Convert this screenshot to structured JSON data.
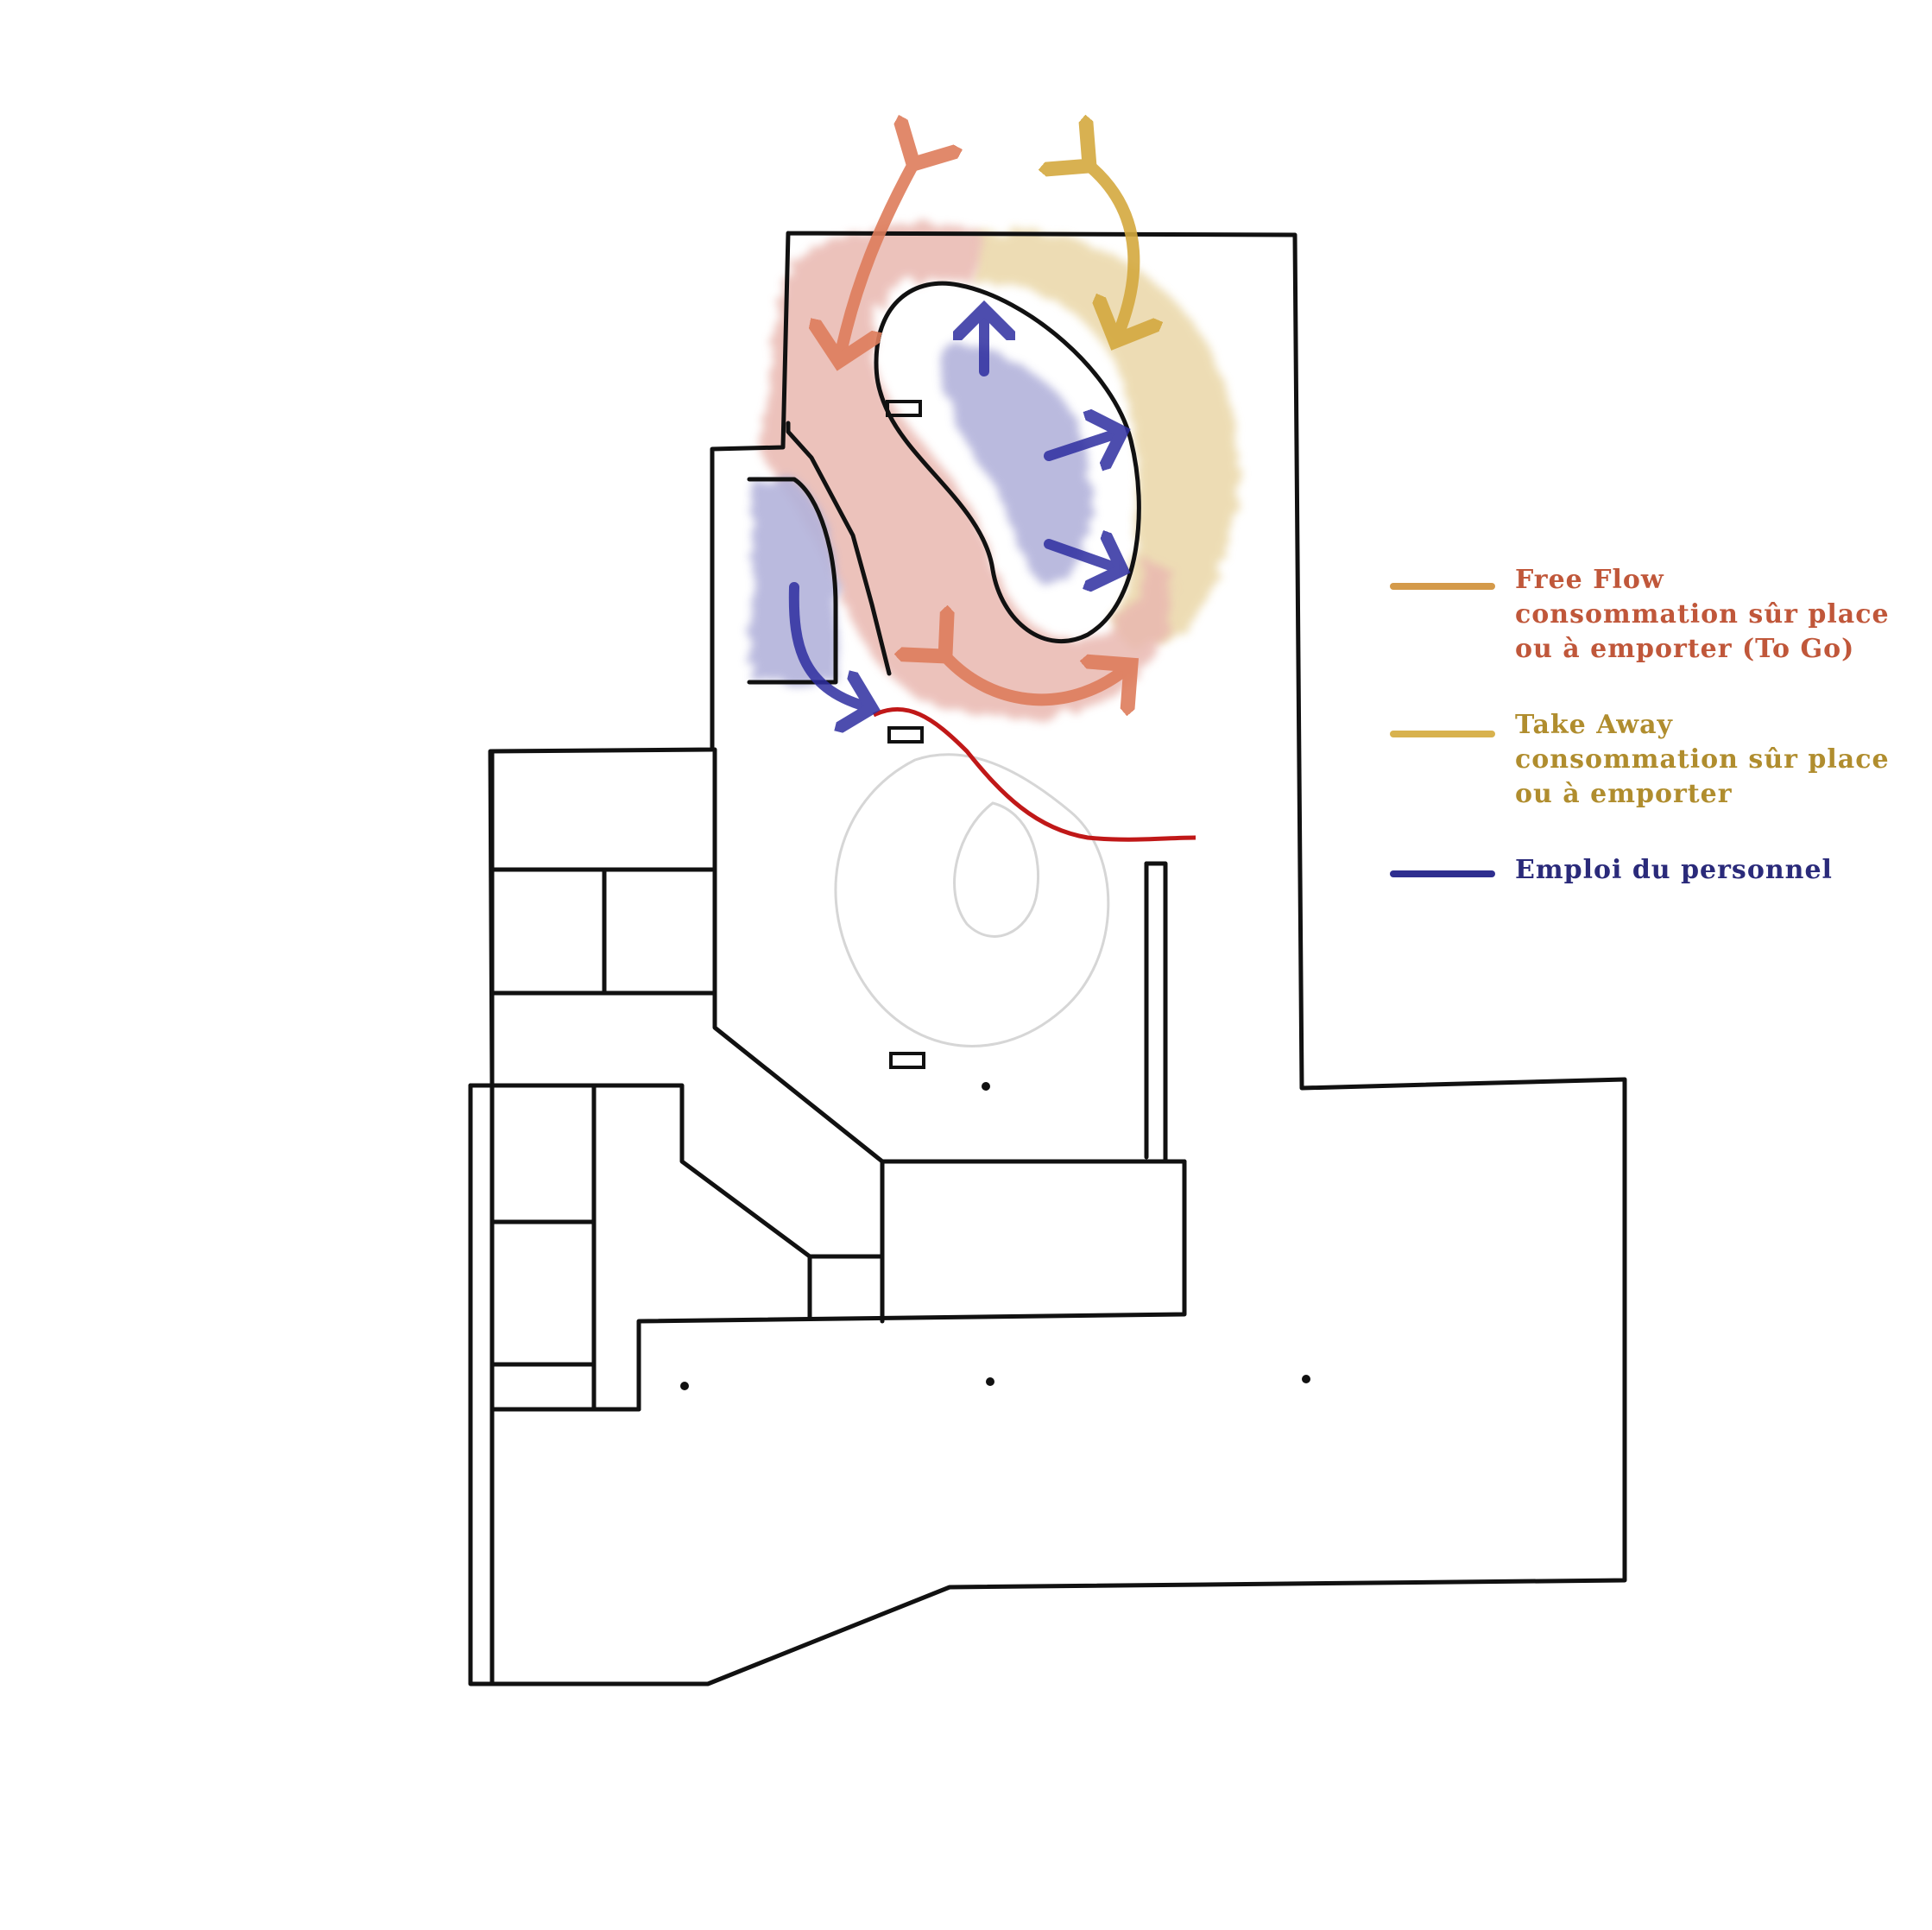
{
  "legend": {
    "free_flow": {
      "line1": "Free Flow",
      "line2": "consommation sûr place",
      "line3": "ou à emporter (To Go)",
      "text_color": "#c0573a",
      "swatch_color": "#d49a4a"
    },
    "take_away": {
      "line1": "Take Away",
      "line2": "consommation sûr place",
      "line3": "ou à emporter",
      "text_color": "#b08d2e",
      "swatch_color": "#d8b24e"
    },
    "staff": {
      "line1": "Emploi du personnel",
      "text_color": "#2a2a7a",
      "swatch_color": "#2e2e8f"
    }
  },
  "colors": {
    "walls": "#111111",
    "free_flow_zone": "#e9b8b0",
    "take_away_zone": "#ead7a7",
    "staff_zone": "#b3b3db",
    "free_flow_arrow": "#de7d5c",
    "take_away_arrow": "#d4a93f",
    "staff_arrow": "#2e2ea0",
    "barrier_line": "#c01818",
    "faint_line": "#d6d6d6"
  },
  "icons": {
    "free_flow_arrows": "double-curved-arrow",
    "take_away_arrow": "double-curved-arrow",
    "staff_arrows": "straight-arrow"
  }
}
